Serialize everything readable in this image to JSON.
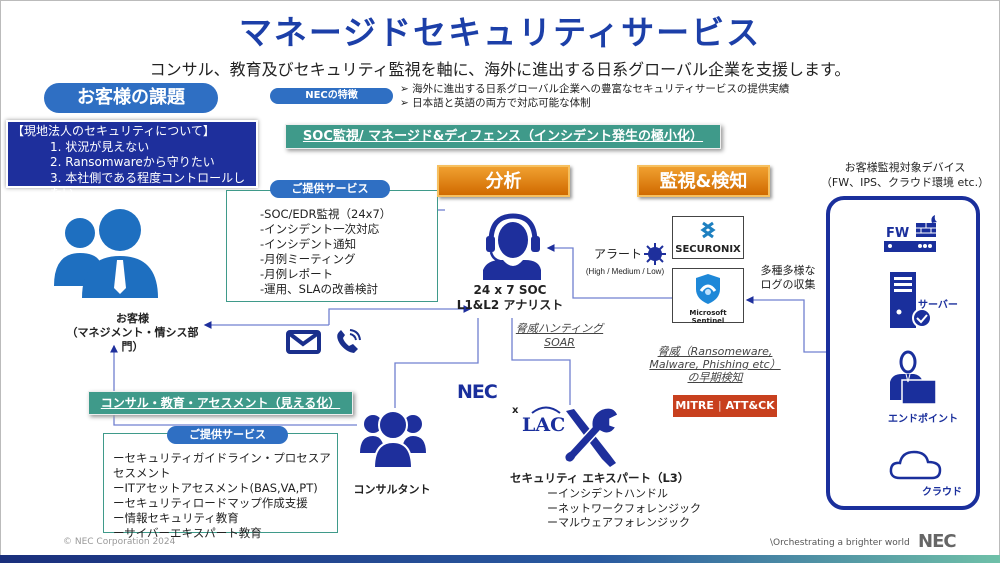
{
  "title": "マネージドセキュリティサービス",
  "subtitle": "コンサル、教育及びセキュリティ監視を軸に、海外に進出する日系グローバル企業を支援します。",
  "customer_issues": {
    "label": "お客様の課題",
    "heading": "【現地法人のセキュリティについて】",
    "items": [
      "1. 状況が見えない",
      "2. Ransomwareから守りたい",
      "3. 本社側である程度コントロールしたい"
    ]
  },
  "nec_features": {
    "label": "NECの特徴",
    "items": [
      "海外に進出する日系グローバル企業への豊富なセキュリティサービスの提供実績",
      "日本語と英語の両方で対応可能な体制"
    ]
  },
  "soc_banner": "SOC監視/ マネージド&ディフェンス（インシデント発生の極小化）",
  "soc_services": {
    "label": "ご提供サービス",
    "items": [
      "-SOC/EDR監視（24x7）",
      "-インシデント一次対応",
      "-インシデント通知",
      "-月例ミーティング",
      "-月例レポート",
      "-運用、SLAの改善検討"
    ]
  },
  "customer": {
    "name": "お客様",
    "dept": "（マネジメント・情シス部門）"
  },
  "analysis": {
    "label": "分析",
    "soc_line1": "24 x 7 SOC",
    "soc_line2": "L1&L2 アナリスト"
  },
  "monitoring": {
    "label": "監視&検知",
    "securonix": "SECURONIX",
    "sentinel": "Microsoft Sentinel"
  },
  "alert": {
    "label": "アラート",
    "levels": "(High / Medium / Low)"
  },
  "log_collection": [
    "多種多様な",
    "ログの収集"
  ],
  "threat_hunting": [
    "脅威ハンティング",
    "SOAR"
  ],
  "threat_detect": [
    "脅威（Ransomeware,",
    "Malware, Phishing etc）",
    "の早期検知"
  ],
  "mitre": {
    "left": "MITRE",
    "right": "ATT&CK"
  },
  "devices": {
    "heading": [
      "お客様監視対象デバイス",
      "（FW、IPS、クラウド環境 etc.）"
    ],
    "fw": "FW",
    "server": "サーバー",
    "endpoint": "エンドポイント",
    "cloud": "クラウド"
  },
  "consult_banner": "コンサル・教育・アセスメント（見える化）",
  "consult_services": {
    "label": "ご提供サービス",
    "items": [
      "ーセキュリティガイドライン・プロセスアセスメント",
      "ーITアセットアセスメント(BAS,VA,PT)",
      "ーセキュリティロードマップ作成支援",
      "ー情報セキュリティ教育",
      "ーサイバーエキスパート教育"
    ]
  },
  "consultant": "コンサルタント",
  "partners": {
    "nec": "NEC",
    "x": "x",
    "lac": "LAC"
  },
  "expert": {
    "label": "セキュリティ エキスパート（L3）",
    "items": [
      "ーインシデントハンドル",
      "ーネットワークフォレンジック",
      "ーマルウェアフォレンジック"
    ]
  },
  "footer": {
    "copyright": "© NEC Corporation 2024",
    "tagline": "\\Orchestrating a brighter world",
    "logo": "NEC"
  },
  "colors": {
    "title": "#1c3fa8",
    "pill": "#2f6fc3",
    "problem_bg": "#1e2f9c",
    "teal": "#3f9a8a",
    "orange": "#e08010",
    "device_border": "#1a2f9c",
    "mitre": "#c8401e"
  }
}
